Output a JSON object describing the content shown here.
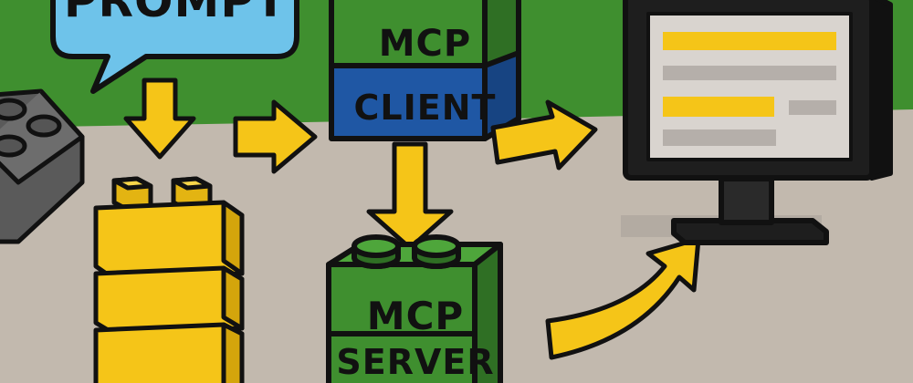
{
  "labels": {
    "prompt": "PROMPT",
    "client_top": "MCP",
    "client_bottom": "CLIENT",
    "server_top": "MCP",
    "server_bottom": "SERVER"
  },
  "colors": {
    "sky_green": "#3f8f2f",
    "floor": "#c2b9ae",
    "bubble": "#6ec3ea",
    "brick_yellow": "#f5c518",
    "brick_green": "#3f8f2f",
    "brick_blue": "#1f57a4",
    "arrow": "#f5c518",
    "monitor_dark": "#1e1e1e",
    "screen_bg": "#d9d4cf",
    "screen_bar_yellow": "#f5c518",
    "screen_bar_gray": "#b5afaa",
    "outline": "#111111"
  },
  "icons": [
    "prompt-speech-bubble",
    "lego-brick-stack",
    "mcp-client-brick",
    "mcp-server-brick",
    "computer-monitor",
    "flow-arrow"
  ]
}
